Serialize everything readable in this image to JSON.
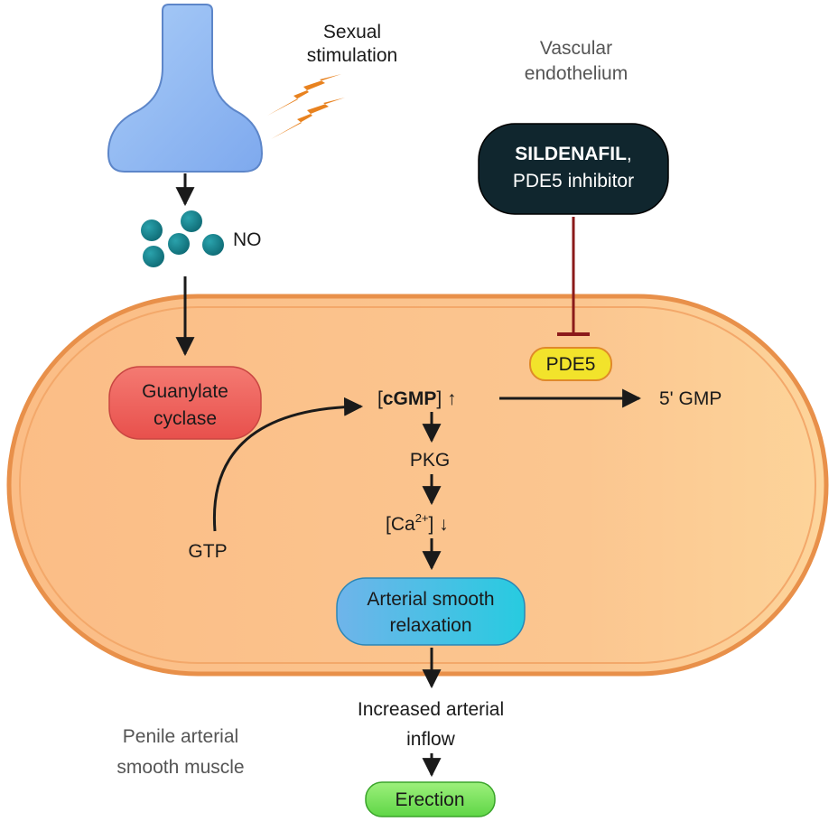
{
  "labels": {
    "sexual_stimulation_1": "Sexual",
    "sexual_stimulation_2": "stimulation",
    "vascular_endothelium_1": "Vascular",
    "vascular_endothelium_2": "endothelium",
    "sildenafil_bold": "SILDENAFIL",
    "sildenafil_comma": ",",
    "sildenafil_line2": "PDE5 inhibitor",
    "no": "NO",
    "pde5": "PDE5",
    "guanylate_1": "Guanylate",
    "guanylate_2": "cyclase",
    "cgmp_open": "[",
    "cgmp": "cGMP",
    "cgmp_close": "] ↑",
    "gmp5": "5' GMP",
    "pkg": "PKG",
    "ca_open": "[Ca",
    "ca_sup": "2+",
    "ca_close": "] ↓",
    "gtp": "GTP",
    "relax_1": "Arterial smooth",
    "relax_2": "relaxation",
    "inflow_1": "Increased arterial",
    "inflow_2": "inflow",
    "erection": "Erection",
    "penile_1": "Penile arterial",
    "penile_2": "smooth muscle"
  },
  "colors": {
    "cell_fill": "#fbc690",
    "cell_border": "#e8904a",
    "neuron": "#8fb9f4",
    "neuron_border": "#5d86c9",
    "no_particles": "#17808a",
    "lightning": "#e8821f",
    "sildenafil_box": "#10262e",
    "inhibition_line": "#8b1a1a",
    "pde5_box": "#f2e32b",
    "guanylate_box": "#ef5f5a",
    "relaxation_box": "#3fc1e0",
    "erection_box": "#78e05c",
    "arrows": "#1a1a1a"
  },
  "icons": [
    "neuron-terminal-icon",
    "lightning-bolt-icon",
    "nitric-oxide-particles-icon"
  ]
}
